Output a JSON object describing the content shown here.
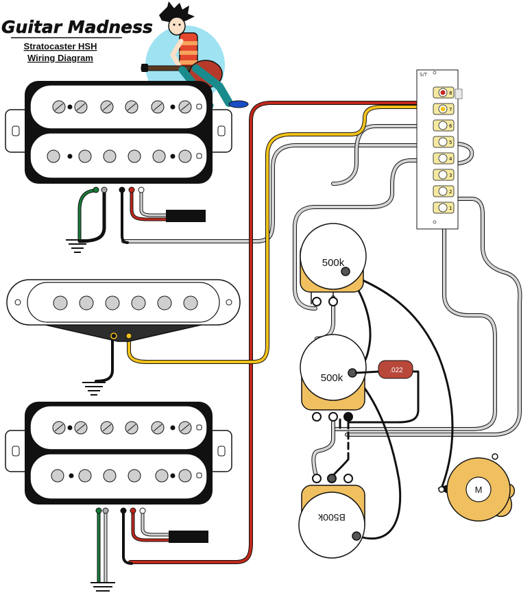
{
  "header": {
    "brand": "Guitar Madness",
    "title_line1": "Stratocaster HSH",
    "title_line2": "Wiring Diagram"
  },
  "pots": {
    "volume_label": "500k",
    "tone_label": "500k",
    "blend_label": "B500k"
  },
  "capacitor": {
    "label": ".022"
  },
  "jack": {
    "label": "M"
  },
  "switch": {
    "label": "S/T",
    "terminals": [
      "8",
      "7",
      "6",
      "5",
      "4",
      "3",
      "2",
      "1"
    ]
  },
  "colors": {
    "red": "#c0281c",
    "yellow": "#f2c21b",
    "green": "#1a7a3a",
    "black": "#111111",
    "grey": "#d4d4d4",
    "pot_body": "#f0c060",
    "cap": "#b7483a",
    "sky": "#9fe3f2"
  },
  "icons": [
    "guitarist-mascot-icon",
    "ground-symbol-icon"
  ]
}
